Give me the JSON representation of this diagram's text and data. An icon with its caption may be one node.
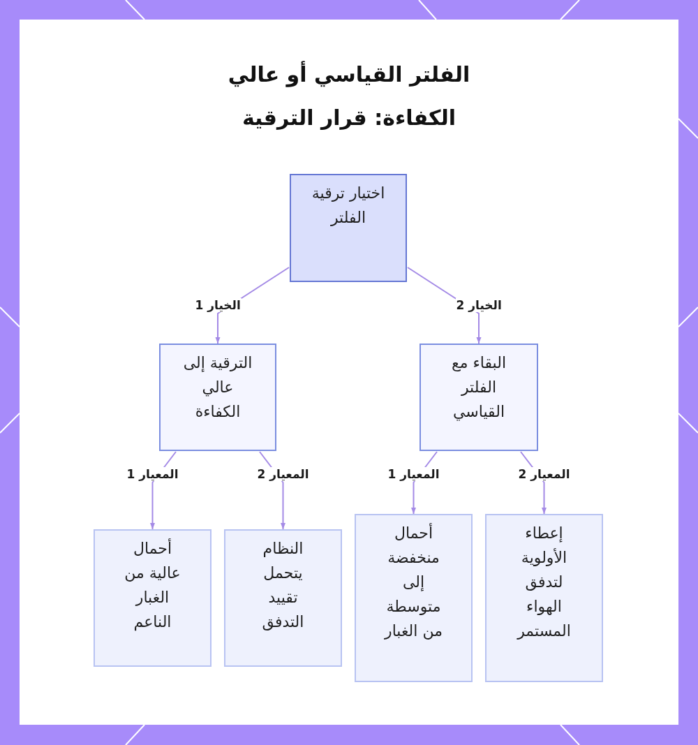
{
  "diagram": {
    "title": "الفلتر القياسي أو عالي الكفاءة: قرار الترقية",
    "nodes": [
      {
        "text": [
          "اختيار ترقية الفلتر"
        ]
      },
      {
        "text": [
          "الترقية إلى عالي الكفاءة"
        ]
      },
      {
        "text": [
          "البقاء مع الفلتر القياسي"
        ]
      },
      {
        "text": [
          "أحمال عالية من الغبار الناعم"
        ]
      },
      {
        "text": [
          "النظام يتحمل تقييد التدفق"
        ]
      },
      {
        "text": [
          "أحمال منخفضة إلى متوسطة من الغبار"
        ]
      },
      {
        "text": [
          "إعطاء الأولوية لتدفق الهواء المستمر"
        ]
      }
    ],
    "edges": [
      {
        "from": 0,
        "to": 1,
        "arrow": "to",
        "label": "الخيار 1"
      },
      {
        "from": 0,
        "to": 2,
        "arrow": "to",
        "label": "الخيار 2"
      },
      {
        "from": 1,
        "to": 3,
        "arrow": "to",
        "label": "المعيار 1"
      },
      {
        "from": 1,
        "to": 4,
        "arrow": "to",
        "label": "المعيار 2"
      },
      {
        "from": 2,
        "to": 5,
        "arrow": "to",
        "label": "المعيار 1"
      },
      {
        "from": 2,
        "to": 6,
        "arrow": "to",
        "label": "المعيار 2"
      }
    ]
  }
}
